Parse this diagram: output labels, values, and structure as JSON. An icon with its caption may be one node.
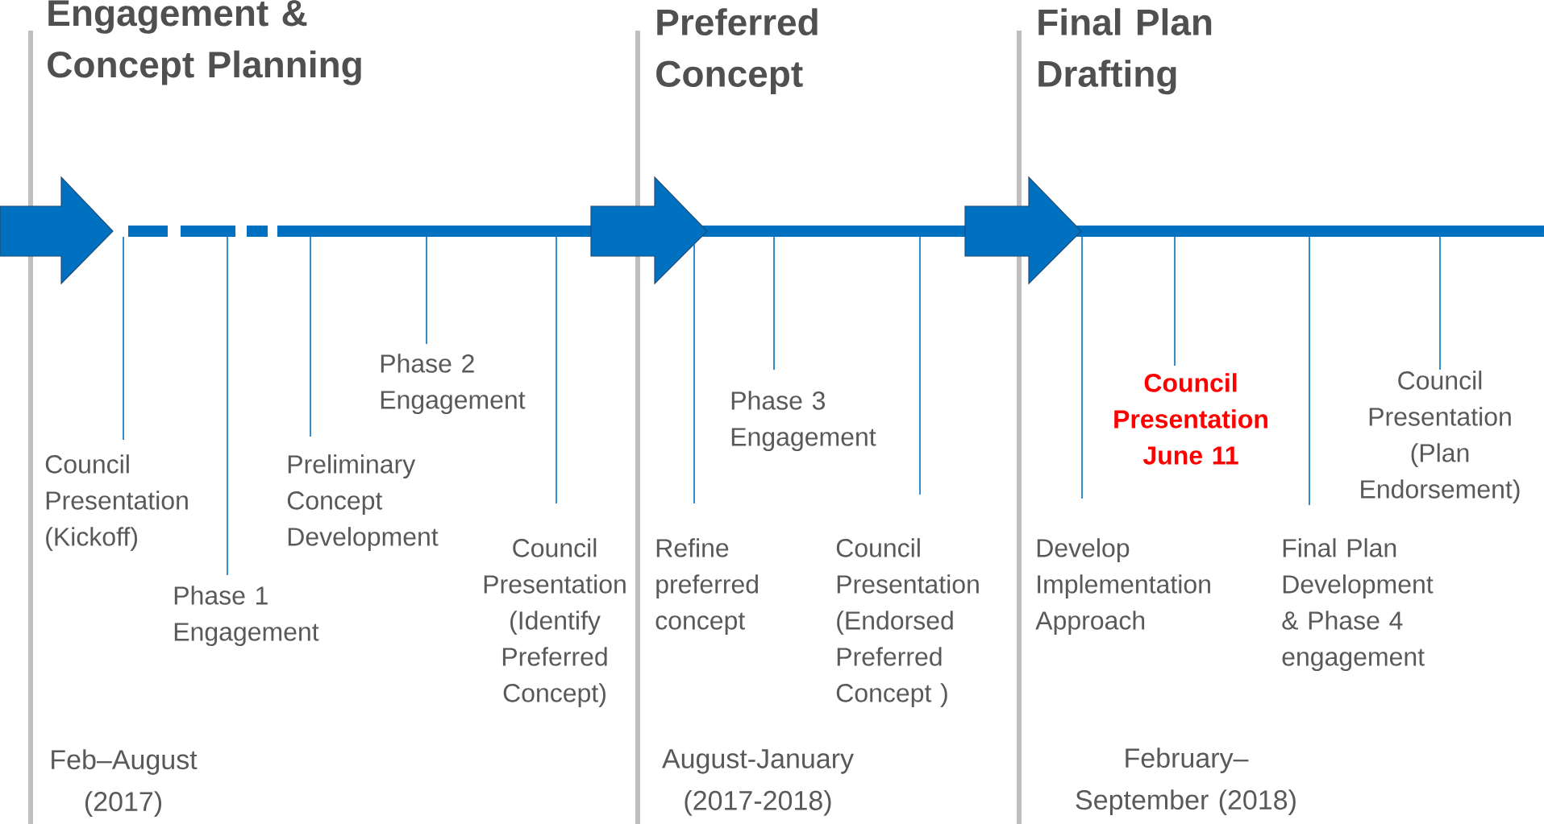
{
  "diagram": {
    "nodes": [
      {
        "text": [
          "Council Presentation (Kickoff)"
        ]
      },
      {
        "text": [
          "Phase 1 Engagement"
        ]
      },
      {
        "text": [
          "Preliminary Concept Development"
        ]
      },
      {
        "text": [
          "Phase 2 Engagement"
        ]
      },
      {
        "text": [
          "Council Presentation (Identify Preferred Concept)"
        ]
      },
      {
        "text": [
          "Refine preferred concept"
        ]
      },
      {
        "text": [
          "Phase 3 Engagement"
        ]
      },
      {
        "text": [
          "Council Presentation (Endorsed Preferred Concept )"
        ]
      },
      {
        "text": [
          "Develop Implementation Approach"
        ]
      },
      {
        "text": [
          "Council Presentation June 11"
        ]
      },
      {
        "text": [
          "Final Plan Development & Phase 4 engagement"
        ]
      },
      {
        "text": [
          "Council Presentation (Plan Endorsement)"
        ]
      }
    ],
    "edges": [
      {
        "from": 0,
        "to": null,
        "arrow": "none"
      },
      {
        "from": 1,
        "to": null,
        "arrow": "none"
      },
      {
        "from": 2,
        "to": null,
        "arrow": "none"
      },
      {
        "from": 3,
        "to": null,
        "arrow": "none"
      },
      {
        "from": 4,
        "to": null,
        "arrow": "none"
      },
      {
        "from": 5,
        "to": null,
        "arrow": "none"
      },
      {
        "from": 6,
        "to": null,
        "arrow": "none"
      },
      {
        "from": 7,
        "to": null,
        "arrow": "none"
      },
      {
        "from": 8,
        "to": null,
        "arrow": "none"
      },
      {
        "from": 9,
        "to": null,
        "arrow": "none"
      },
      {
        "from": 10,
        "to": null,
        "arrow": "none"
      },
      {
        "from": 11,
        "to": null,
        "arrow": "none"
      }
    ],
    "labels": [
      "Engagement & Concept Planning",
      "Preferred Concept",
      "Final Plan Drafting",
      "Feb–August (2017)",
      "August-January (2017-2018)",
      "February–September (2018)"
    ]
  }
}
